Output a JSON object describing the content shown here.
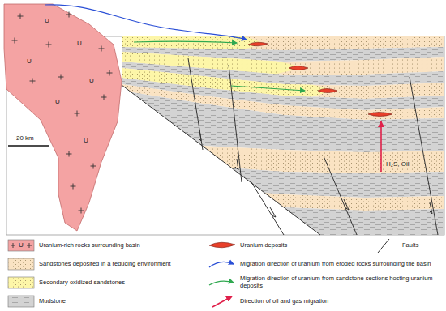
{
  "diagram": {
    "labels": [
      "U",
      "U",
      "U",
      "U",
      "U",
      "U",
      "20 km",
      "H₂S, Oil",
      "U"
    ],
    "legend": [
      {
        "text": "Uranium-rich rocks surrounding basin",
        "color": "#f4a3a3"
      },
      {
        "text": "Uranium deposits"
      },
      {
        "text": "Faults"
      },
      {
        "text": "Sandstones deposited in a reducing environment",
        "color": "#fae3c3"
      },
      {
        "text": "Migration direction of uranium from eroded rocks surrounding the basin"
      },
      {
        "text": "Secondary oxidized sandstones",
        "color": "#fdf6a8"
      },
      {
        "text": "Migration direction of uranium from sandstone sections hosting uranium deposits"
      },
      {
        "text": "Mudstone",
        "color": "#d3d3d3"
      },
      {
        "text": "Direction of oil and gas migration"
      }
    ]
  }
}
